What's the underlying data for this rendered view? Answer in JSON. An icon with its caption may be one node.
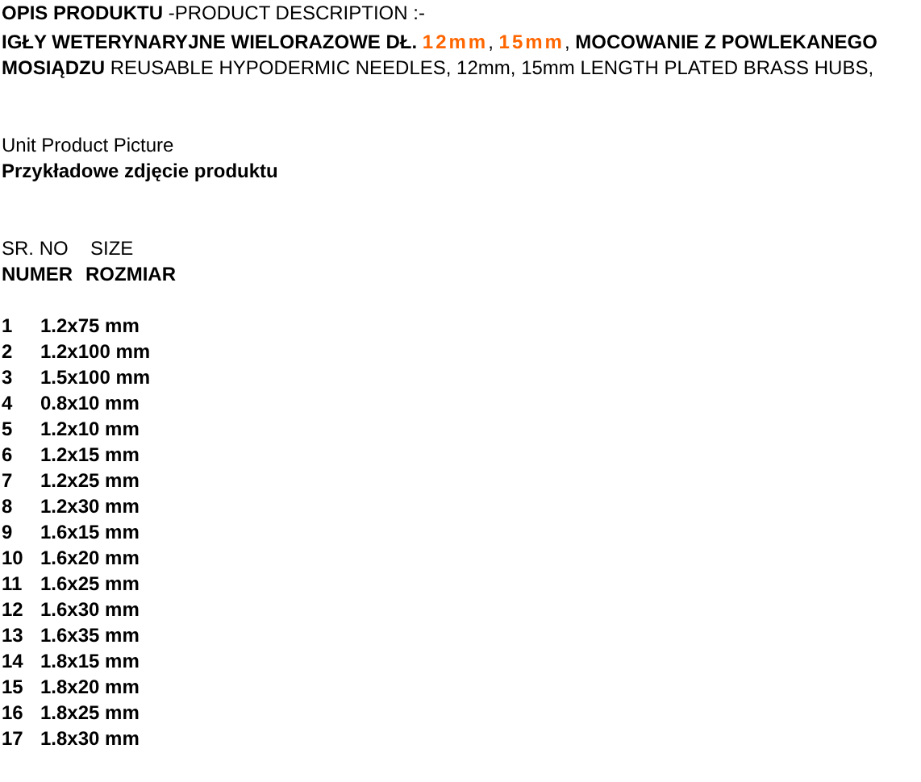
{
  "diagram": {
    "labels": [
      "**OPIS PRODUKTU** -PRODUCT DESCRIPTION :-",
      "**IGŁY WETERYNARYJNE WIELORAZOWE DŁ.** **12mm**, **15mm**, **MOCOWANIE Z POWLEKANEGO MOSIĄDZU** REUSABLE HYPODERMIC NEEDLES, 12mm, 15mm LENGTH PLATED BRASS HUBS,",
      "Unit Product Picture",
      "Przykładowe zdjęcie produktu",
      "SR. NO",
      "SIZE",
      "NUMER",
      "ROZMIAR",
      "1",
      "1.2x75 mm",
      "2",
      "1.2x100 mm",
      "3",
      "1.5x100 mm",
      "4",
      "0.8x10 mm",
      "5",
      "1.2x10 mm",
      "6",
      "1.2x15 mm",
      "7",
      "1.2x25 mm",
      "8",
      "1.2x30 mm",
      "9",
      "1.6x15 mm",
      "10",
      "1.6x20 mm",
      "11",
      "1.6x25 mm",
      "12",
      "1.6x30 mm",
      "13",
      "1.6x35 mm",
      "14",
      "1.8x15 mm",
      "15",
      "1.8x20 mm",
      "16",
      "1.8x25 mm",
      "17",
      "1.8x30 mm"
    ]
  }
}
